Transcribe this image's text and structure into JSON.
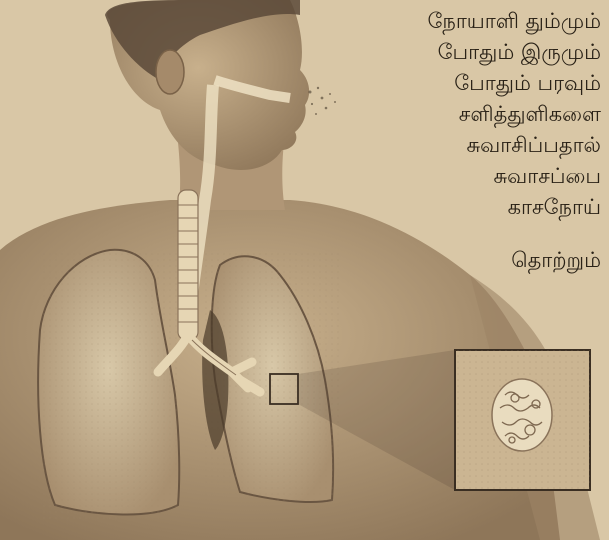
{
  "caption": {
    "lines": [
      "நோயாளி தும்மும்",
      "போதும் இருமும்",
      "போதும் பரவும்",
      "சளித்துளிகளை",
      "சுவாசிப்பதால்",
      "சுவாசப்பை",
      "காசநோய்",
      "தொற்றும்"
    ]
  },
  "colors": {
    "paper": "#d9c7a6",
    "skin": "#b59c7a",
    "skin_dark": "#8a7258",
    "lung": "#c7b594",
    "trachea": "#e6d6b4",
    "ink": "#2a2217"
  },
  "icons": {
    "inset": "bacteria-cluster"
  }
}
